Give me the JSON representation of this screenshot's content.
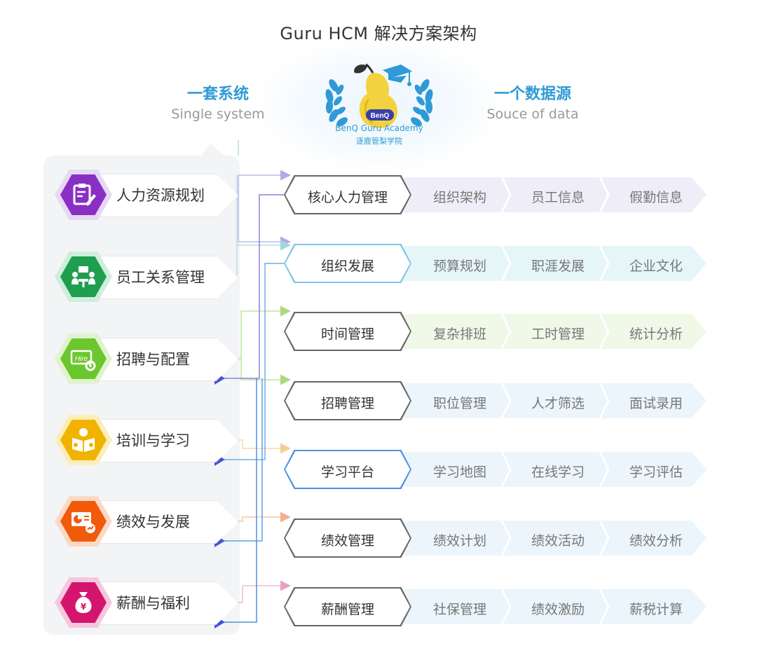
{
  "title": "Guru HCM 解决方案架构",
  "left_tagline": {
    "cn": "一套系统",
    "en": "Single system"
  },
  "right_tagline": {
    "cn": "一个数据源",
    "en": "Souce of data"
  },
  "logo": {
    "brand": "BenQ",
    "name": "BenQ Guru Academy",
    "cn": "逐鹿管梨学院"
  },
  "hire_icon_text": "Hire",
  "left_modules": [
    {
      "label": "人力资源规划",
      "color": "#8a2fc4",
      "icon": "clipboard-pen-icon"
    },
    {
      "label": "员工关系管理",
      "color": "#1f9e4f",
      "icon": "meeting-people-icon"
    },
    {
      "label": "招聘与配置",
      "color": "#6cc62d",
      "icon": "hire-board-icon"
    },
    {
      "label": "培训与学习",
      "color": "#f0b400",
      "icon": "reading-person-icon"
    },
    {
      "label": "绩效与发展",
      "color": "#f05a0a",
      "icon": "performance-chart-icon"
    },
    {
      "label": "薪酬与福利",
      "color": "#d4156e",
      "icon": "money-bag-icon"
    }
  ],
  "right_rows": [
    {
      "label": "核心人力管理",
      "items": [
        "组织架构",
        "员工信息",
        "假勤信息"
      ],
      "tint": "#efedf7"
    },
    {
      "label": "组织发展",
      "items": [
        "预算规划",
        "职涯发展",
        "企业文化"
      ],
      "tint": "#e9f6f8"
    },
    {
      "label": "时间管理",
      "items": [
        "复杂排班",
        "工时管理",
        "统计分析"
      ],
      "tint": "#f1f8ea"
    },
    {
      "label": "招聘管理",
      "items": [
        "职位管理",
        "人才筛选",
        "面试录用"
      ],
      "tint": "#ebf5fb"
    },
    {
      "label": "学习平台",
      "items": [
        "学习地图",
        "在线学习",
        "学习评估"
      ],
      "tint": "#ebf5fb"
    },
    {
      "label": "绩效管理",
      "items": [
        "绩效计划",
        "绩效活动",
        "绩效分析"
      ],
      "tint": "#ebf5fb"
    },
    {
      "label": "薪酬管理",
      "items": [
        "社保管理",
        "绩效激励",
        "薪税计算"
      ],
      "tint": "#ebf5fb"
    }
  ]
}
